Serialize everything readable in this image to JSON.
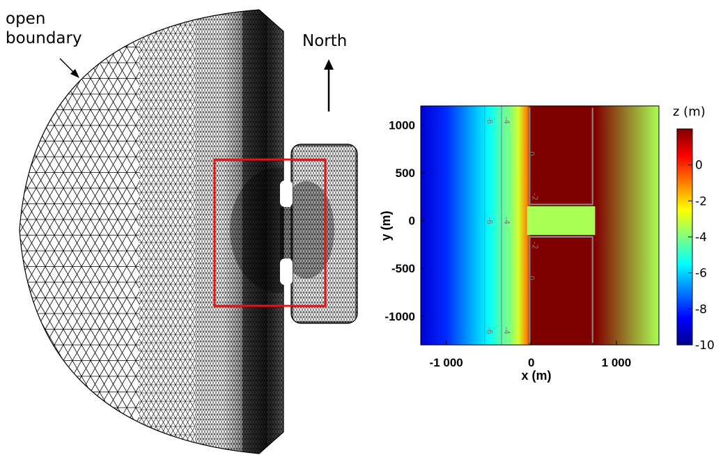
{
  "mesh_panel": {
    "open_boundary_label_line1": "open",
    "open_boundary_label_line2": "boundary",
    "north_label": "North"
  },
  "chart_data": {
    "type": "heatmap",
    "title": "",
    "xlabel": "x (m)",
    "ylabel": "y (m)",
    "xlim": [
      -1300,
      1500
    ],
    "ylim": [
      -1300,
      1200
    ],
    "x_ticks": [
      -1000,
      0,
      1000
    ],
    "x_tick_labels": [
      "-1 000",
      "0",
      "1 000"
    ],
    "y_ticks": [
      1000,
      500,
      0,
      -500,
      -1000
    ],
    "y_tick_labels": [
      "1000",
      "500",
      "0",
      "-500",
      "-1000"
    ],
    "colorbar": {
      "title": "z (m)",
      "range": [
        -10,
        2
      ],
      "ticks": [
        0,
        -2,
        -4,
        -6,
        -8,
        -10
      ],
      "tick_labels": [
        "0",
        "-2",
        "-4",
        "-6",
        "-8",
        "-10"
      ],
      "colormap": "jet"
    },
    "bathymetry_profile_x_m": [
      -1300,
      -1000,
      -700,
      -500,
      -350,
      -250,
      -150,
      -50,
      0,
      750,
      1500
    ],
    "bathymetry_profile_z_m": [
      -9,
      -8,
      -6.5,
      -5.5,
      -4.5,
      -4,
      -3,
      -1,
      2,
      2,
      -3.5
    ],
    "channel": {
      "y_min": -150,
      "y_max": 150,
      "depth": -3.5
    },
    "contour_labels": [
      "-6",
      "-4",
      "-2",
      "0"
    ]
  },
  "colors": {
    "mesh_line": "#000000",
    "zoom_box": "#ee1111",
    "contour": "#8a8a8a"
  }
}
